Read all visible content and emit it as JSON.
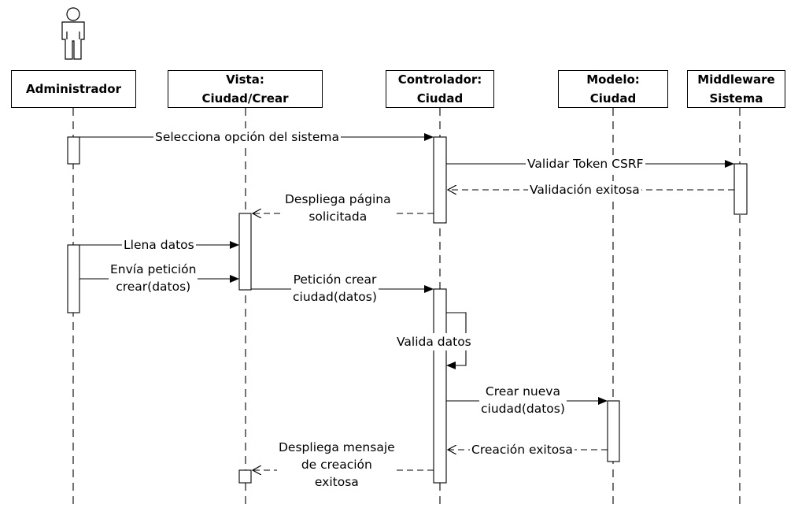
{
  "lifelines": [
    {
      "id": "admin",
      "label": "Administrador"
    },
    {
      "id": "vista",
      "label": "Vista:\nCiudad/Crear"
    },
    {
      "id": "ctrl",
      "label": "Controlador:\nCiudad"
    },
    {
      "id": "modelo",
      "label": "Modelo:\nCiudad"
    },
    {
      "id": "mw",
      "label": "Middleware\nSistema"
    }
  ],
  "messages": [
    {
      "id": "m1",
      "label": "Selecciona opción del sistema",
      "from": "admin",
      "to": "ctrl",
      "kind": "sync"
    },
    {
      "id": "m2",
      "label": "Validar Token CSRF",
      "from": "ctrl",
      "to": "mw",
      "kind": "sync"
    },
    {
      "id": "m3",
      "label": "Validación exitosa",
      "from": "mw",
      "to": "ctrl",
      "kind": "return"
    },
    {
      "id": "m4",
      "label": "Despliega página\nsolicitada",
      "from": "ctrl",
      "to": "vista",
      "kind": "return"
    },
    {
      "id": "m5",
      "label": "Llena datos",
      "from": "admin",
      "to": "vista",
      "kind": "sync"
    },
    {
      "id": "m6",
      "label": "Envía petición\ncrear(datos)",
      "from": "admin",
      "to": "vista",
      "kind": "sync"
    },
    {
      "id": "m7",
      "label": "Petición crear\nciudad(datos)",
      "from": "vista",
      "to": "ctrl",
      "kind": "sync"
    },
    {
      "id": "m8",
      "label": "Valida datos",
      "from": "ctrl",
      "to": "ctrl",
      "kind": "self"
    },
    {
      "id": "m9",
      "label": "Crear nueva\nciudad(datos)",
      "from": "ctrl",
      "to": "modelo",
      "kind": "sync"
    },
    {
      "id": "m10",
      "label": "Creación exitosa",
      "from": "modelo",
      "to": "ctrl",
      "kind": "return"
    },
    {
      "id": "m11",
      "label": "Despliega mensaje\nde creación\nexitosa",
      "from": "ctrl",
      "to": "vista",
      "kind": "return"
    }
  ]
}
